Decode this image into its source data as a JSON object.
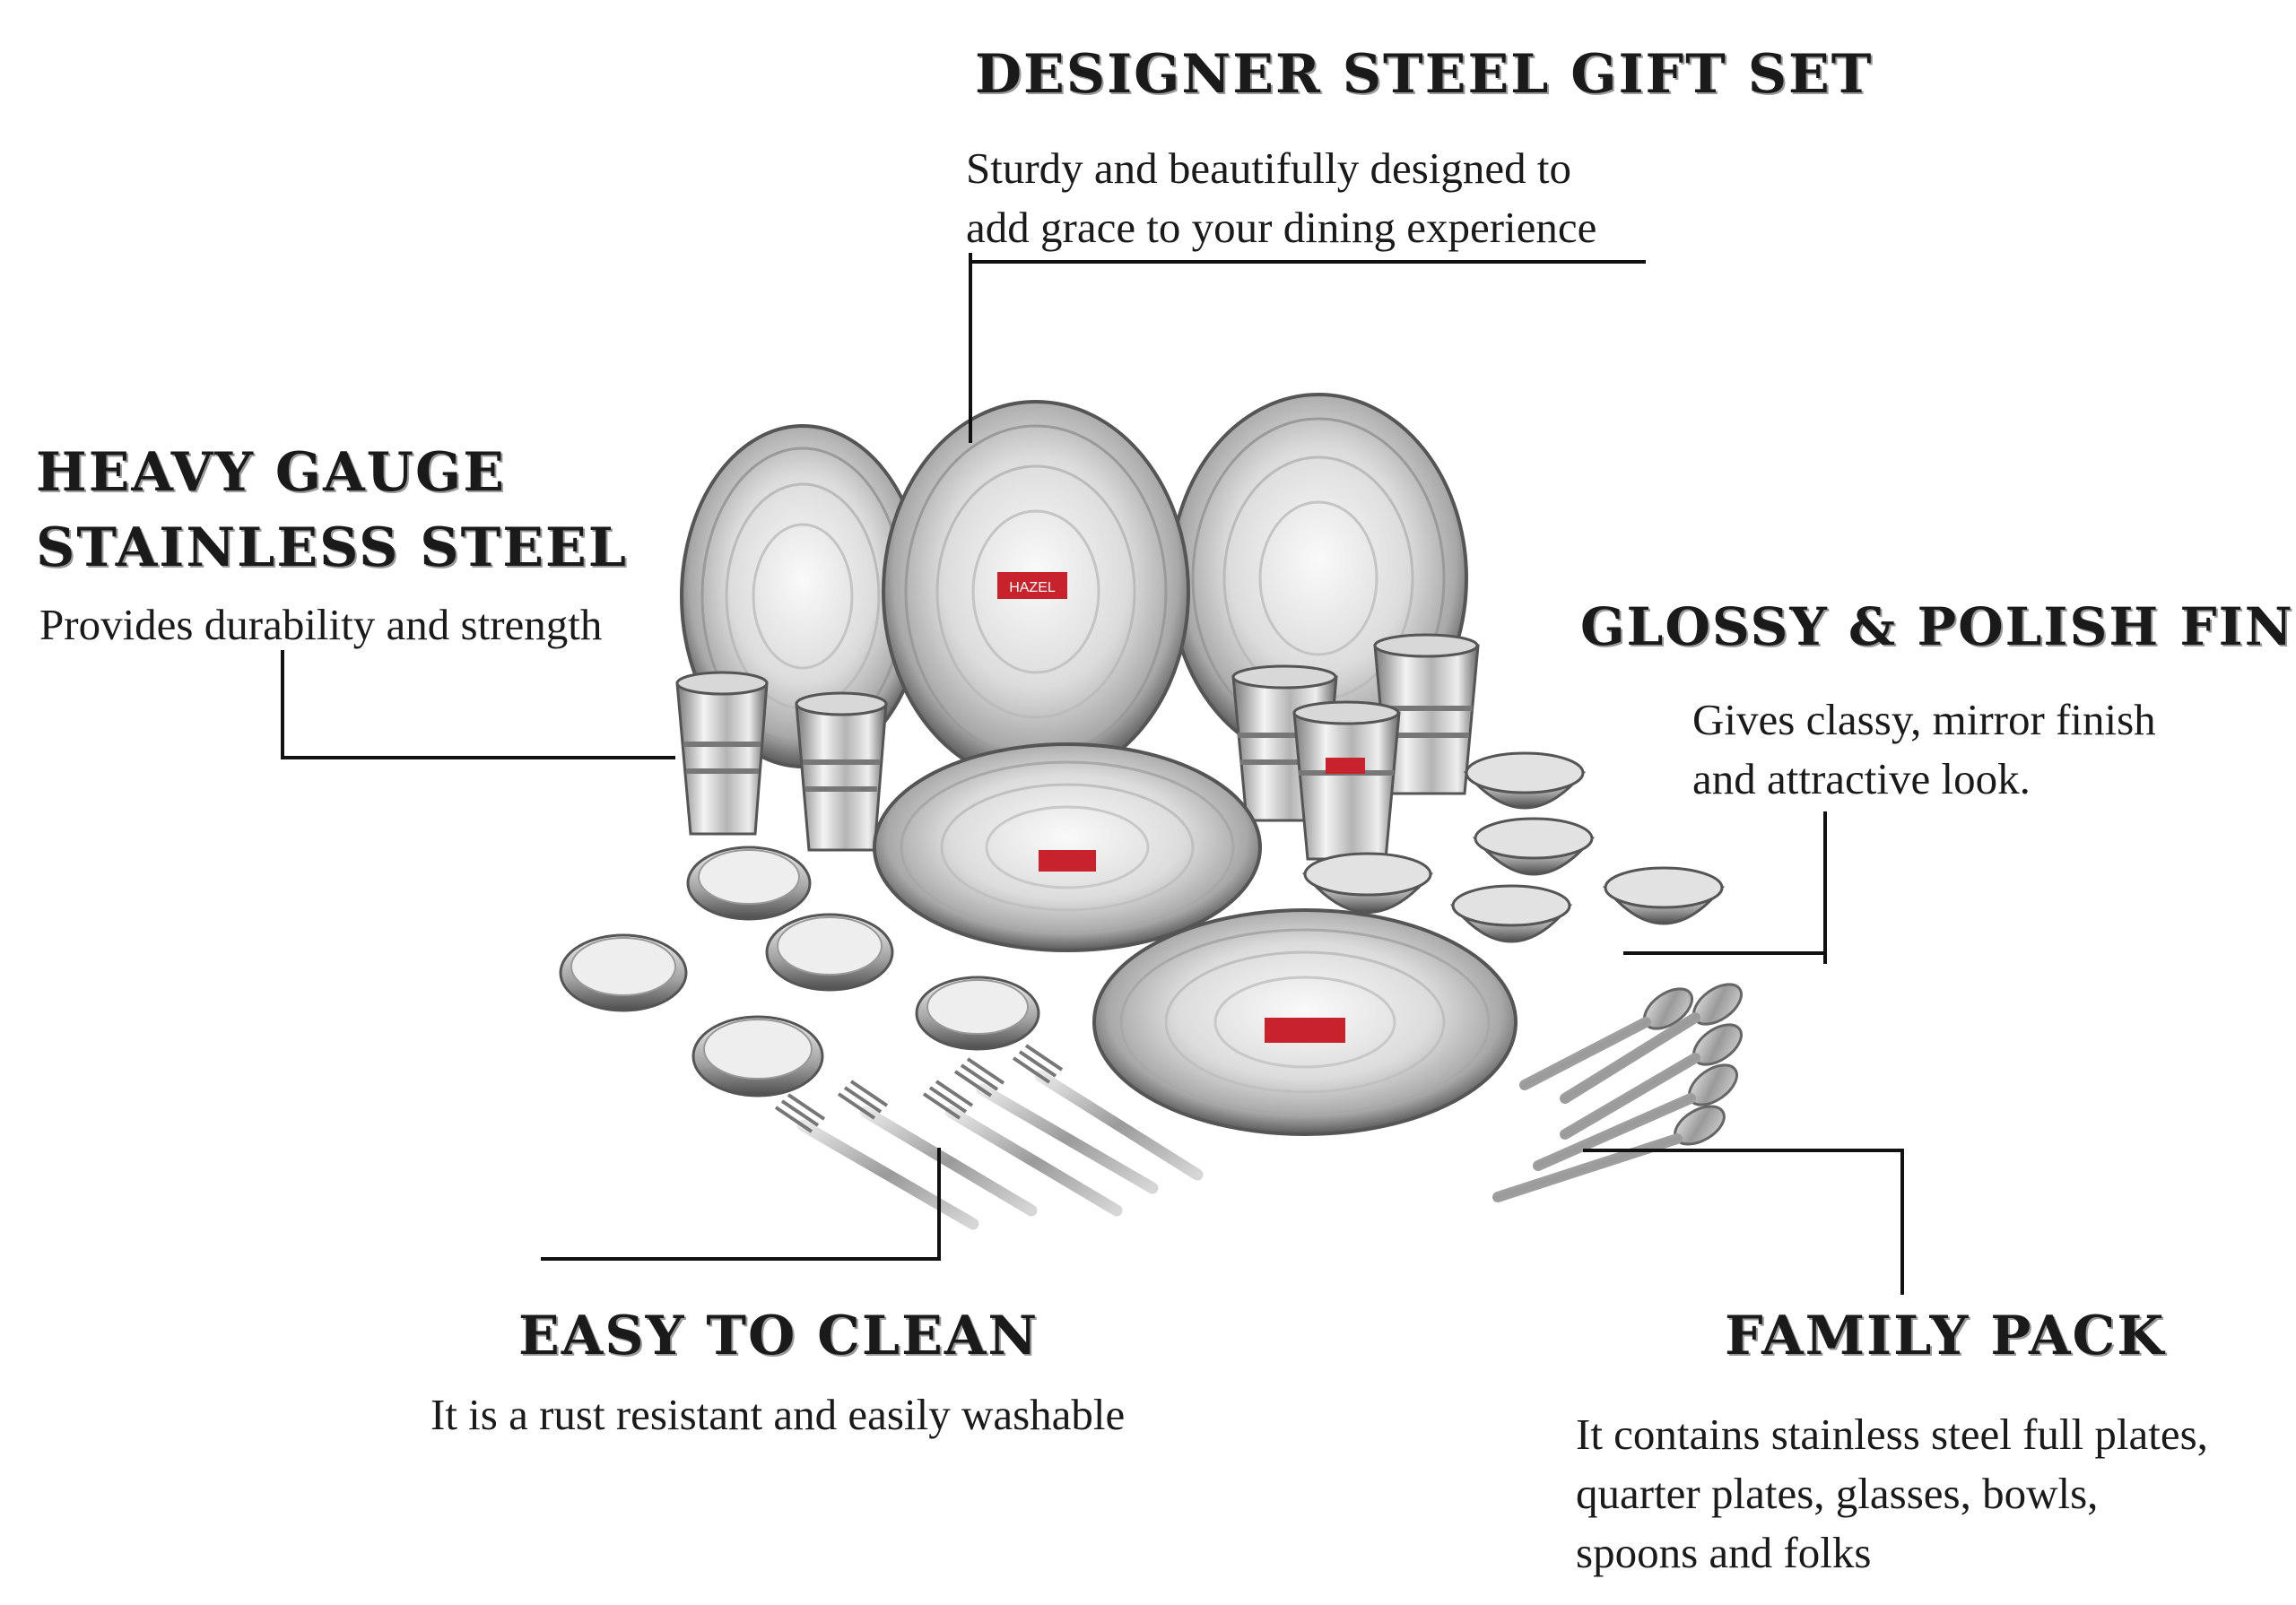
{
  "features": {
    "designer": {
      "heading": "DESIGNER STEEL GIFT SET",
      "lines": [
        "Sturdy and beautifully designed to",
        "add grace to your dining experience"
      ]
    },
    "heavy_gauge": {
      "heading_lines": [
        "HEAVY GAUGE",
        "STAINLESS STEEL"
      ],
      "desc": "Provides durability and strength"
    },
    "glossy": {
      "heading": "GLOSSY & POLISH FINISH",
      "lines": [
        "Gives classy, mirror finish",
        "and attractive look."
      ]
    },
    "easy_clean": {
      "heading": "EASY TO CLEAN",
      "desc": "It is a rust resistant and easily washable"
    },
    "family_pack": {
      "heading": "FAMILY PACK",
      "lines": [
        "It contains stainless steel full plates,",
        "quarter plates, glasses, bowls,",
        "spoons and folks"
      ]
    }
  },
  "brand_label": "HAZEL",
  "colors": {
    "steel_light": "#f4f4f4",
    "steel_mid": "#c8c8c8",
    "steel_dark": "#6e6e6e",
    "label_red": "#c8232c",
    "text": "#1a1a1a"
  }
}
